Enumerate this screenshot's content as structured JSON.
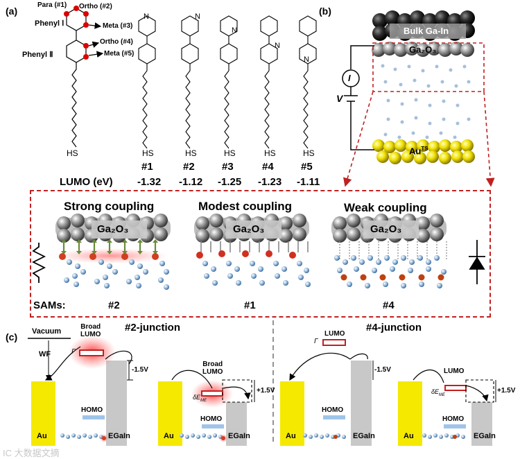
{
  "panels": {
    "a": "(a)",
    "b": "(b)",
    "c": "(c)"
  },
  "panel_a": {
    "labels": {
      "para": "Para (#1)",
      "ortho2": "Ortho (#2)",
      "meta3": "Meta (#3)",
      "ortho4": "Ortho (#4)",
      "meta5": "Meta (#5)",
      "phenyl1": "Phenyl Ⅰ",
      "phenyl2": "Phenyl Ⅱ"
    },
    "thiol": "HS",
    "nitrogen": "N",
    "lumo_label": "LUMO (eV)",
    "molecules": [
      {
        "id": "#1",
        "lumo": "-1.32"
      },
      {
        "id": "#2",
        "lumo": "-1.12"
      },
      {
        "id": "#3",
        "lumo": "-1.25"
      },
      {
        "id": "#4",
        "lumo": "-1.23"
      },
      {
        "id": "#5",
        "lumo": "-1.11"
      }
    ]
  },
  "panel_b": {
    "top": "Bulk Ga-In",
    "oxide": "Ga₂O₃",
    "bottom": "Au",
    "bottom_sup": "TS",
    "current": "I",
    "voltage": "V"
  },
  "coupling": {
    "panels": [
      {
        "title": "Strong coupling",
        "oxide": "Ga₂O₃",
        "sam": "#2"
      },
      {
        "title": "Modest coupling",
        "oxide": "Ga₂O₃",
        "sam": "#1"
      },
      {
        "title": "Weak coupling",
        "oxide": "Ga₂O₃",
        "sam": "#4"
      }
    ],
    "sams_label": "SAMs:"
  },
  "panel_c": {
    "left_title": "#2-junction",
    "right_title": "#4-junction",
    "vacuum": "Vacuum",
    "wf": "WF",
    "broad_lumo": "Broad\nLUMO",
    "lumo": "LUMO",
    "homo": "HOMO",
    "au": "Au",
    "egain": "EGaIn",
    "gamma": "Γ",
    "delta": "δE",
    "delta_sub": "ME",
    "bias_neg": "-1.5V",
    "bias_pos": "+1.5V"
  },
  "watermark": "IC 大数据文摘"
}
